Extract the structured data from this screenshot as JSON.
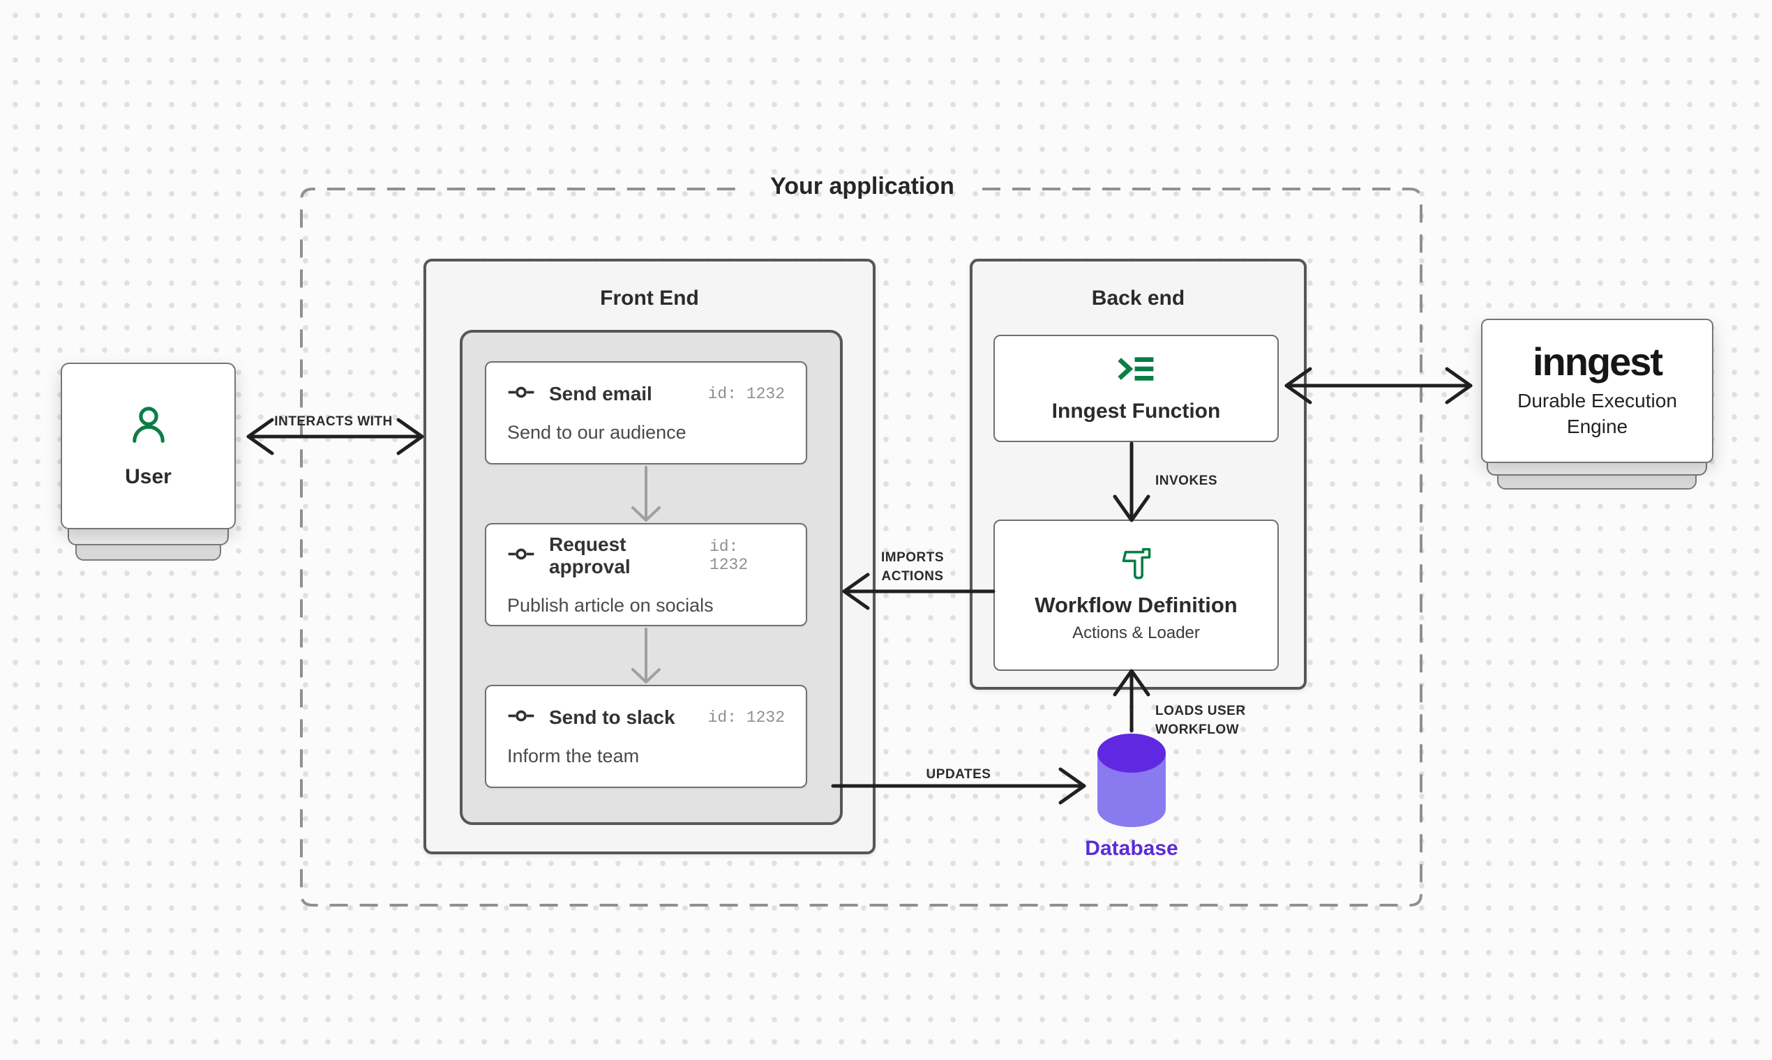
{
  "app_title": "Your application",
  "user_node": {
    "label": "User"
  },
  "frontend": {
    "title": "Front End",
    "cards": [
      {
        "title": "Send email",
        "id_label": "id: 1232",
        "description": "Send to our audience"
      },
      {
        "title": "Request approval",
        "id_label": "id: 1232",
        "description": "Publish article on socials"
      },
      {
        "title": "Send to slack",
        "id_label": "id: 1232",
        "description": "Inform the team"
      }
    ]
  },
  "backend": {
    "title": "Back end",
    "function_card": {
      "label": "Inngest Function"
    },
    "workflow_card": {
      "title": "Workflow Definition",
      "subtitle": "Actions & Loader"
    }
  },
  "inngest_node": {
    "logo": "inngest",
    "label": "Durable Execution Engine"
  },
  "database": {
    "label": "Database"
  },
  "arrows": {
    "interacts_with": "INTERACTS WITH",
    "invokes": "INVOKES",
    "imports_line1": "IMPORTS",
    "imports_line2": "ACTIONS",
    "updates": "UPDATES",
    "loads_line1": "LOADS USER",
    "loads_line2": "WORKFLOW"
  },
  "colors": {
    "accent_green": "#0b7d46",
    "database_purple_top": "#6128e2",
    "database_purple_body": "#8a7af0",
    "database_label_purple": "#5b2bd9",
    "arrow_black": "#202020",
    "arrow_gray": "#a0a0a0",
    "dashed_border_gray": "#909090"
  }
}
